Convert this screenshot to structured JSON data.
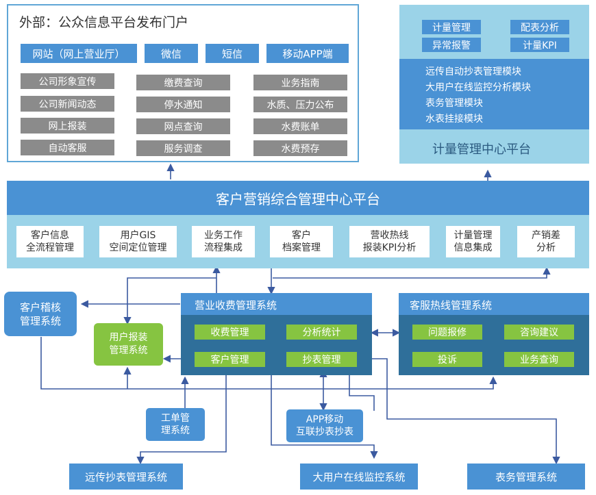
{
  "portal": {
    "title": "外部：公众信息平台发布门户",
    "channels": [
      "网站（网上营业厅）",
      "微信",
      "短信",
      "移动APP端"
    ],
    "col1": [
      "公司形象宣传",
      "公司新闻动态",
      "网上报装",
      "自动客服"
    ],
    "col2": [
      "缴费查询",
      "停水通知",
      "网点查询",
      "服务调查"
    ],
    "col3": [
      "业务指南",
      "水质、压力公布",
      "水费账单",
      "水费预存"
    ]
  },
  "metering": {
    "title": "计量管理中心平台",
    "tags": [
      "计量管理",
      "配表分析",
      "异常报警",
      "计量KPI"
    ],
    "modules": [
      "远传自动抄表管理模块",
      "大用户在线监控分析模块",
      "表务管理模块",
      "水表挂接模块"
    ]
  },
  "crm": {
    "title": "客户营销综合管理中心平台",
    "modules": [
      {
        "line1": "客户信息",
        "line2": "全流程管理"
      },
      {
        "line1": "用户GIS",
        "line2": "空间定位管理"
      },
      {
        "line1": "业务工作",
        "line2": "流程集成"
      },
      {
        "line1": "客户",
        "line2": "档案管理"
      },
      {
        "line1": "营收热线",
        "line2": "报装KPI分析"
      },
      {
        "line1": "计量管理",
        "line2": "信息集成"
      },
      {
        "line1": "产销差",
        "line2": "分析"
      }
    ]
  },
  "audit": {
    "line1": "客户稽核",
    "line2": "管理系统"
  },
  "install": {
    "line1": "用户报装",
    "line2": "管理系统"
  },
  "billing": {
    "title": "营业收费管理系统",
    "items": [
      "收费管理",
      "分析统计",
      "客户管理",
      "抄表管理"
    ]
  },
  "hotline": {
    "title": "客服热线管理系统",
    "items": [
      "问题报修",
      "咨询建议",
      "投诉",
      "业务查询"
    ]
  },
  "workorder": {
    "line1": "工单管",
    "line2": "理系统"
  },
  "app": {
    "line1": "APP移动",
    "line2": "互联抄表抄表"
  },
  "bottom": [
    "远传抄表管理系统",
    "大用户在线监控系统",
    "表务管理系统"
  ],
  "colors": {
    "blue": "#4a92d4",
    "navy": "#2f6f9a",
    "gray": "#8b8b8b",
    "green": "#86c441",
    "light_blue": "#9bd3e8",
    "arrow": "#3b5aa0"
  }
}
